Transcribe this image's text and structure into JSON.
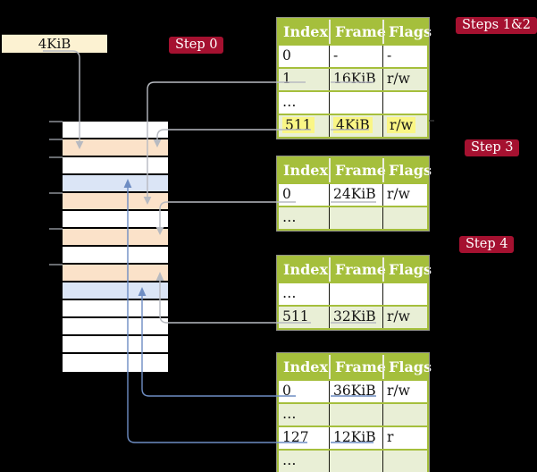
{
  "labels": {
    "frame_box": "4KiB",
    "step0": "Step 0",
    "steps12": "Steps 1&2",
    "step3": "Step 3",
    "step4": "Step 4"
  },
  "colors": {
    "badge_red": "#A51130",
    "table_header_green": "#A5BF3C",
    "table_row_green": "#E9EFD6",
    "highlight_yellow": "#FAF685",
    "frame_box_cream": "#FCF2D2",
    "white": "#FFFFFF",
    "peach": "#FBE2C9",
    "blue": "#DBE5F6",
    "line_gray": "#b7bac1",
    "line_blue": "#6E8DC3",
    "tick_gray": "#8a8f96"
  },
  "memory": {
    "rows": [
      {
        "color": "white"
      },
      {
        "color": "peach"
      },
      {
        "color": "white"
      },
      {
        "color": "blue"
      },
      {
        "color": "peach"
      },
      {
        "color": "white"
      },
      {
        "color": "peach"
      },
      {
        "color": "white"
      },
      {
        "color": "peach"
      },
      {
        "color": "blue"
      },
      {
        "color": "white"
      },
      {
        "color": "white"
      },
      {
        "color": "white"
      },
      {
        "color": "white"
      }
    ],
    "tick_y": [
      136,
      156,
      176,
      216,
      256,
      296
    ]
  },
  "tables": [
    {
      "id": "t1",
      "headers": [
        "Index",
        "Frame",
        "Flags"
      ],
      "rows": [
        {
          "cells": [
            "0",
            "-",
            "-"
          ]
        },
        {
          "cells": [
            "1",
            "16KiB",
            "r/w"
          ],
          "shaded": true
        },
        {
          "cells": [
            "…",
            "",
            ""
          ]
        },
        {
          "cells": [
            "511",
            "4KiB",
            "r/w"
          ],
          "shaded": true,
          "highlight": true
        }
      ]
    },
    {
      "id": "t2",
      "headers": [
        "Index",
        "Frame",
        "Flags"
      ],
      "rows": [
        {
          "cells": [
            "0",
            "24KiB",
            "r/w"
          ]
        },
        {
          "cells": [
            "…",
            "",
            ""
          ],
          "shaded": true
        }
      ]
    },
    {
      "id": "t3",
      "headers": [
        "Index",
        "Frame",
        "Flags"
      ],
      "rows": [
        {
          "cells": [
            "…",
            "",
            ""
          ]
        },
        {
          "cells": [
            "511",
            "32KiB",
            "r/w"
          ],
          "shaded": true
        }
      ]
    },
    {
      "id": "t4",
      "headers": [
        "Index",
        "Frame",
        "Flags"
      ],
      "rows": [
        {
          "cells": [
            "0",
            "36KiB",
            "r/w"
          ]
        },
        {
          "cells": [
            "…",
            "",
            ""
          ],
          "shaded": true
        },
        {
          "cells": [
            "127",
            "12KiB",
            "r"
          ]
        },
        {
          "cells": [
            "…",
            "",
            ""
          ],
          "shaded": true
        }
      ]
    }
  ],
  "connectors": [
    {
      "id": "g1",
      "color": "gray",
      "from": "frame-box-4KiB",
      "to": "memory-row-2"
    },
    {
      "id": "g2",
      "color": "gray",
      "from": "table1-row-1",
      "to": "memory-row-5"
    },
    {
      "id": "g3",
      "color": "gray",
      "from": "table1-row-511",
      "to": "memory-row-2"
    },
    {
      "id": "g4",
      "color": "gray",
      "from": "table2-row-0",
      "to": "memory-row-7"
    },
    {
      "id": "g5",
      "color": "gray",
      "from": "table3-row-511",
      "to": "memory-row-9"
    },
    {
      "id": "b6",
      "color": "blue",
      "from": "table4-row-0",
      "to": "memory-row-10"
    },
    {
      "id": "b7",
      "color": "blue",
      "from": "table4-row-127",
      "to": "memory-row-4"
    }
  ]
}
